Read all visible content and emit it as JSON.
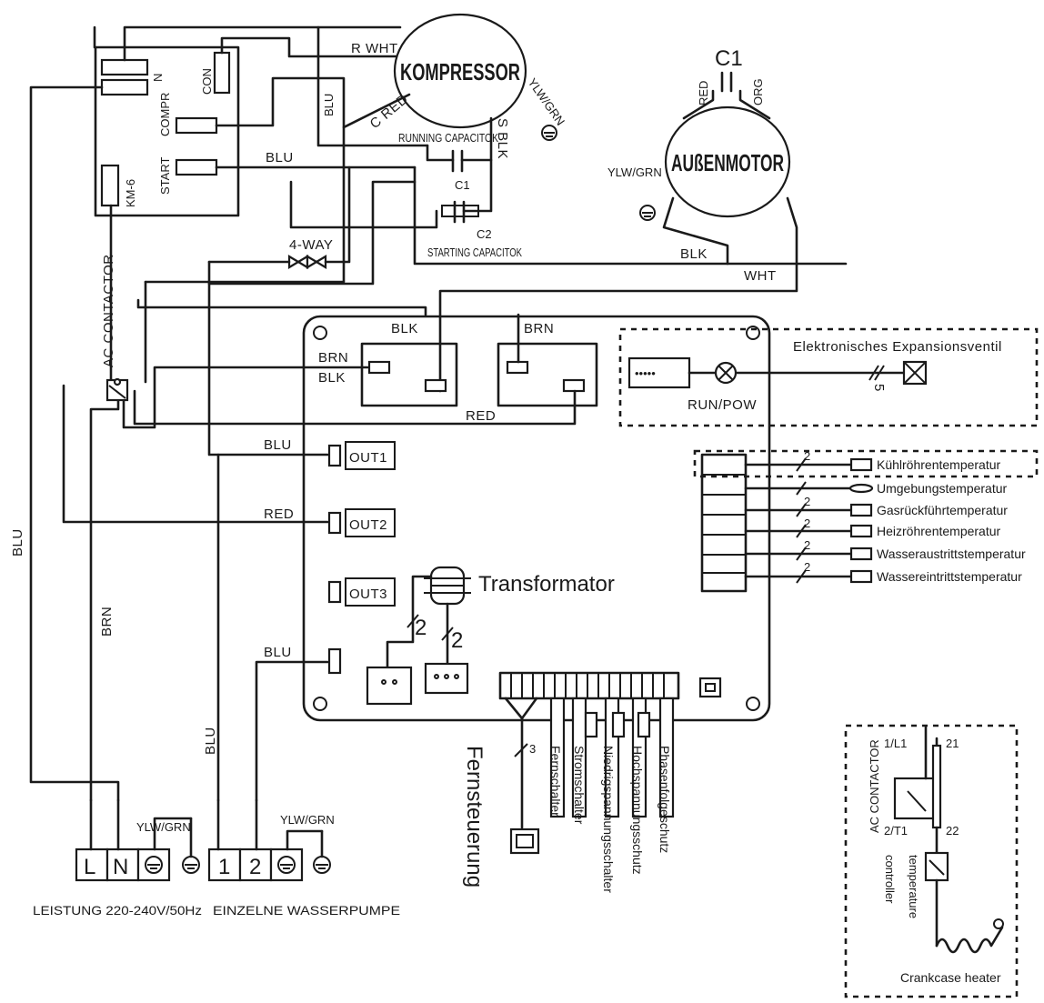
{
  "components": {
    "compressor": "KOMPRESSOR",
    "outdoor_motor": "AUßENMOTOR",
    "transformer": "Transformator",
    "ac_contactor": "AC CONTACTOR",
    "four_way": "4-WAY",
    "running_cap": "RUNNING CAPACITOK",
    "starting_cap": "STARTING CAPACITOK",
    "c1": "C1",
    "c2": "C2",
    "km6": "KM-6",
    "con": "CON",
    "compr": "COMPR",
    "start": "START",
    "n": "N",
    "run_pow": "RUN/POW",
    "out1": "OUT1",
    "out2": "OUT2",
    "out3": "OUT3",
    "expansion_valve": "Elektronisches Expansionsventil",
    "remote": "Fernsteuerung"
  },
  "wires": {
    "r_wht": "R WHT",
    "c_red": "C RED",
    "s_blk": "S BLK",
    "blu": "BLU",
    "blk": "BLK",
    "brn": "BRN",
    "red": "RED",
    "wht": "WHT",
    "ylw_grn": "YLW/GRN",
    "org": "ORG",
    "n2": "2",
    "n3": "3",
    "n5": "5"
  },
  "sensors": [
    "Kühlröhrentemperatur",
    "Umgebungstemperatur",
    "Gasrückführtemperatur",
    "Heizröhrentemperatur",
    "Wasseraustrittstemperatur",
    "Wassereintrittstemperatur"
  ],
  "switches": [
    "Fernschalter",
    "Stromschalter",
    "Niedrigspannungsschalter",
    "Hochspannungsschutz",
    "Phasenfolgeschutz"
  ],
  "terminals": {
    "power": [
      "L",
      "N"
    ],
    "pump": [
      "1",
      "2"
    ],
    "power_label": "LEISTUNG 220-240V/50Hz",
    "pump_label": "EINZELNE WASSERPUMPE"
  },
  "crankcase": {
    "l1": "1/L1",
    "t1": "2/T1",
    "p21": "21",
    "p22": "22",
    "contactor": "AC CONTACTOR",
    "controller_1": "temperature",
    "controller_2": "controller",
    "heater": "Crankcase heater"
  }
}
